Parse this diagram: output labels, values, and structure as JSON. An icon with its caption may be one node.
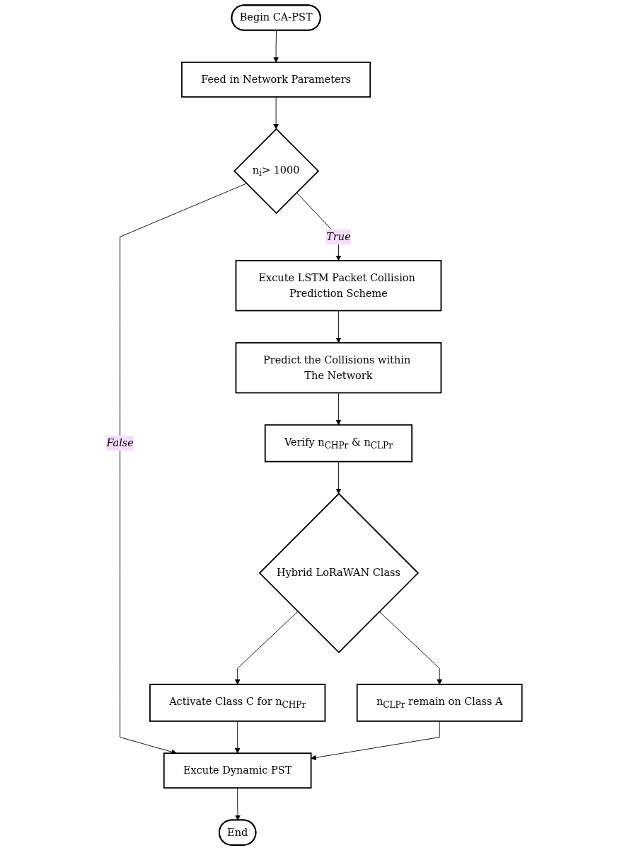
{
  "diagram": {
    "nodes": [
      {
        "text": [
          "Begin CA-PST"
        ]
      },
      {
        "text": [
          "Feed in Network Parameters"
        ]
      },
      {
        "text": [
          "n$_{i}$> 1000"
        ]
      },
      {
        "text": [
          "Excute LSTM Packet Collision Prediction Scheme"
        ]
      },
      {
        "text": [
          "Predict the Collisions within The Network"
        ]
      },
      {
        "text": [
          "Verify n$_{CHPr}$ & n$_{CLPr}$"
        ]
      },
      {
        "text": [
          "Hybrid LoRaWAN Class"
        ]
      },
      {
        "text": [
          "Activate Class C for n$_{CHPr}$"
        ]
      },
      {
        "text": [
          "n$_{CLPr}$ remain on Class A"
        ]
      },
      {
        "text": [
          "Excute Dynamic PST"
        ]
      },
      {
        "text": [
          "End"
        ]
      }
    ],
    "edges": [
      {
        "from": 0,
        "to": 1,
        "arrow": "to"
      },
      {
        "from": 1,
        "to": 2,
        "arrow": "to"
      },
      {
        "from": 2,
        "to": 3,
        "arrow": "to",
        "label": "True"
      },
      {
        "from": 2,
        "to": 9,
        "arrow": "to",
        "label": "False"
      },
      {
        "from": 3,
        "to": 4,
        "arrow": "to"
      },
      {
        "from": 4,
        "to": 5,
        "arrow": "to"
      },
      {
        "from": 5,
        "to": 6,
        "arrow": "to"
      },
      {
        "from": 6,
        "to": 7,
        "arrow": "to"
      },
      {
        "from": 6,
        "to": 8,
        "arrow": "to"
      },
      {
        "from": 7,
        "to": 9,
        "arrow": "to"
      },
      {
        "from": 8,
        "to": 9,
        "arrow": "to"
      },
      {
        "from": 9,
        "to": 10,
        "arrow": "to"
      }
    ]
  }
}
